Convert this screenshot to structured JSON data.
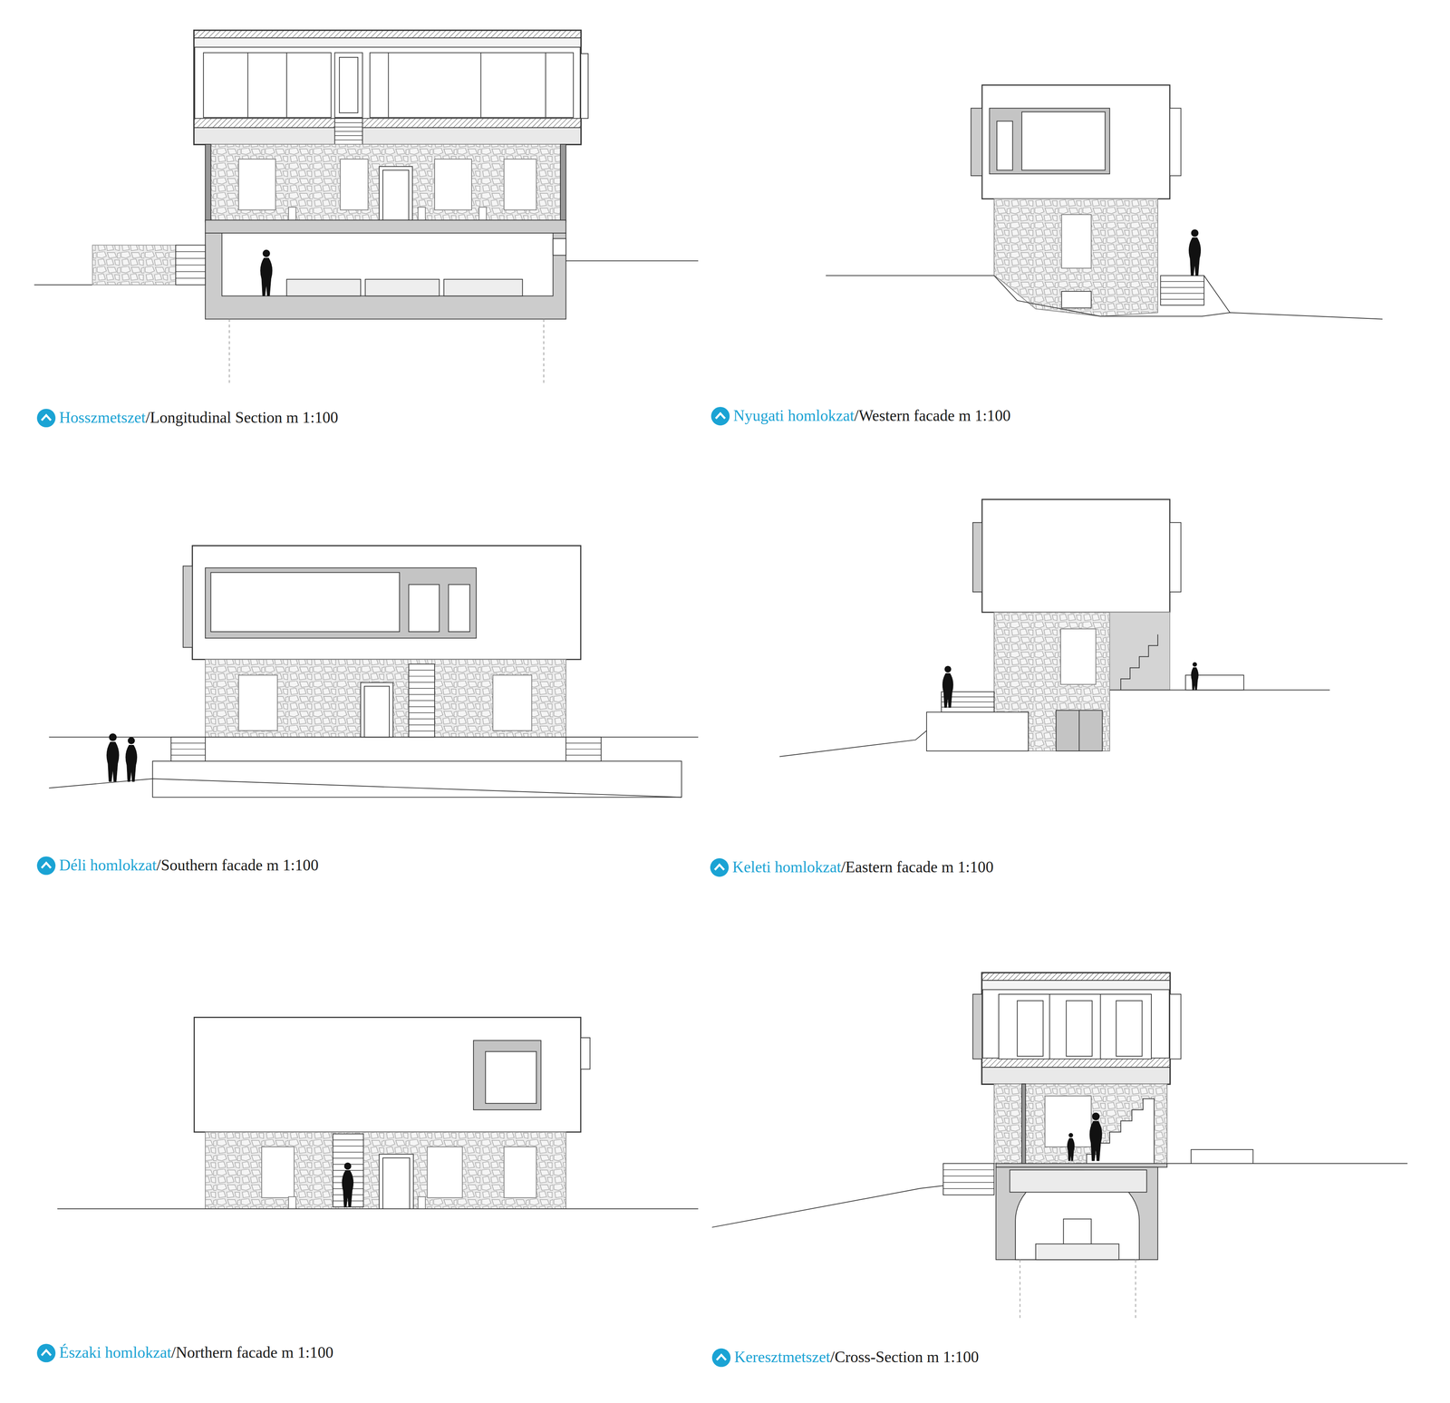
{
  "diagram": {
    "labels": [
      "Hosszmetszet",
      "/Longitudinal Section m 1:100",
      "Nyugati homlokzat",
      "/Western facade m 1:100",
      "Déli homlokzat",
      "/Southern facade m 1:100",
      "Keleti homlokzat",
      "/Eastern facade m 1:100",
      "Északi homlokzat",
      "/Northern facade m 1:100",
      "Keresztmetszet",
      "/Cross-Section m 1:100"
    ]
  }
}
